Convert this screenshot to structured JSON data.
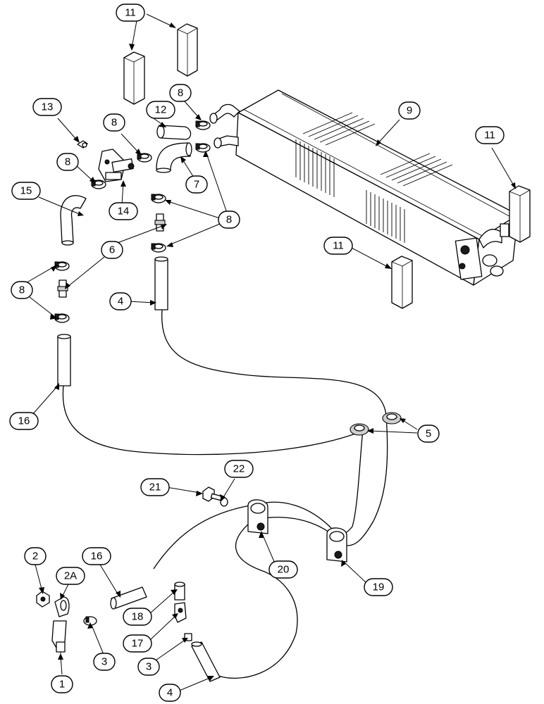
{
  "callouts": [
    {
      "id": "c11a",
      "label": "11"
    },
    {
      "id": "c13",
      "label": "13"
    },
    {
      "id": "c8a",
      "label": "8"
    },
    {
      "id": "c12",
      "label": "12"
    },
    {
      "id": "c8b",
      "label": "8"
    },
    {
      "id": "c9",
      "label": "9"
    },
    {
      "id": "c11b",
      "label": "11"
    },
    {
      "id": "c8c",
      "label": "8"
    },
    {
      "id": "c15",
      "label": "15"
    },
    {
      "id": "c14",
      "label": "14"
    },
    {
      "id": "c7",
      "label": "7"
    },
    {
      "id": "c8d",
      "label": "8"
    },
    {
      "id": "c6",
      "label": "6"
    },
    {
      "id": "c11c",
      "label": "11"
    },
    {
      "id": "c8e",
      "label": "8"
    },
    {
      "id": "c4a",
      "label": "4"
    },
    {
      "id": "c16a",
      "label": "16"
    },
    {
      "id": "c5",
      "label": "5"
    },
    {
      "id": "c22",
      "label": "22"
    },
    {
      "id": "c21",
      "label": "21"
    },
    {
      "id": "c20",
      "label": "20"
    },
    {
      "id": "c19",
      "label": "19"
    },
    {
      "id": "c2",
      "label": "2"
    },
    {
      "id": "c2A",
      "label": "2A"
    },
    {
      "id": "c16b",
      "label": "16"
    },
    {
      "id": "c18",
      "label": "18"
    },
    {
      "id": "c17",
      "label": "17"
    },
    {
      "id": "c3a",
      "label": "3"
    },
    {
      "id": "c3b",
      "label": "3"
    },
    {
      "id": "c1",
      "label": "1"
    },
    {
      "id": "c4b",
      "label": "4"
    }
  ]
}
